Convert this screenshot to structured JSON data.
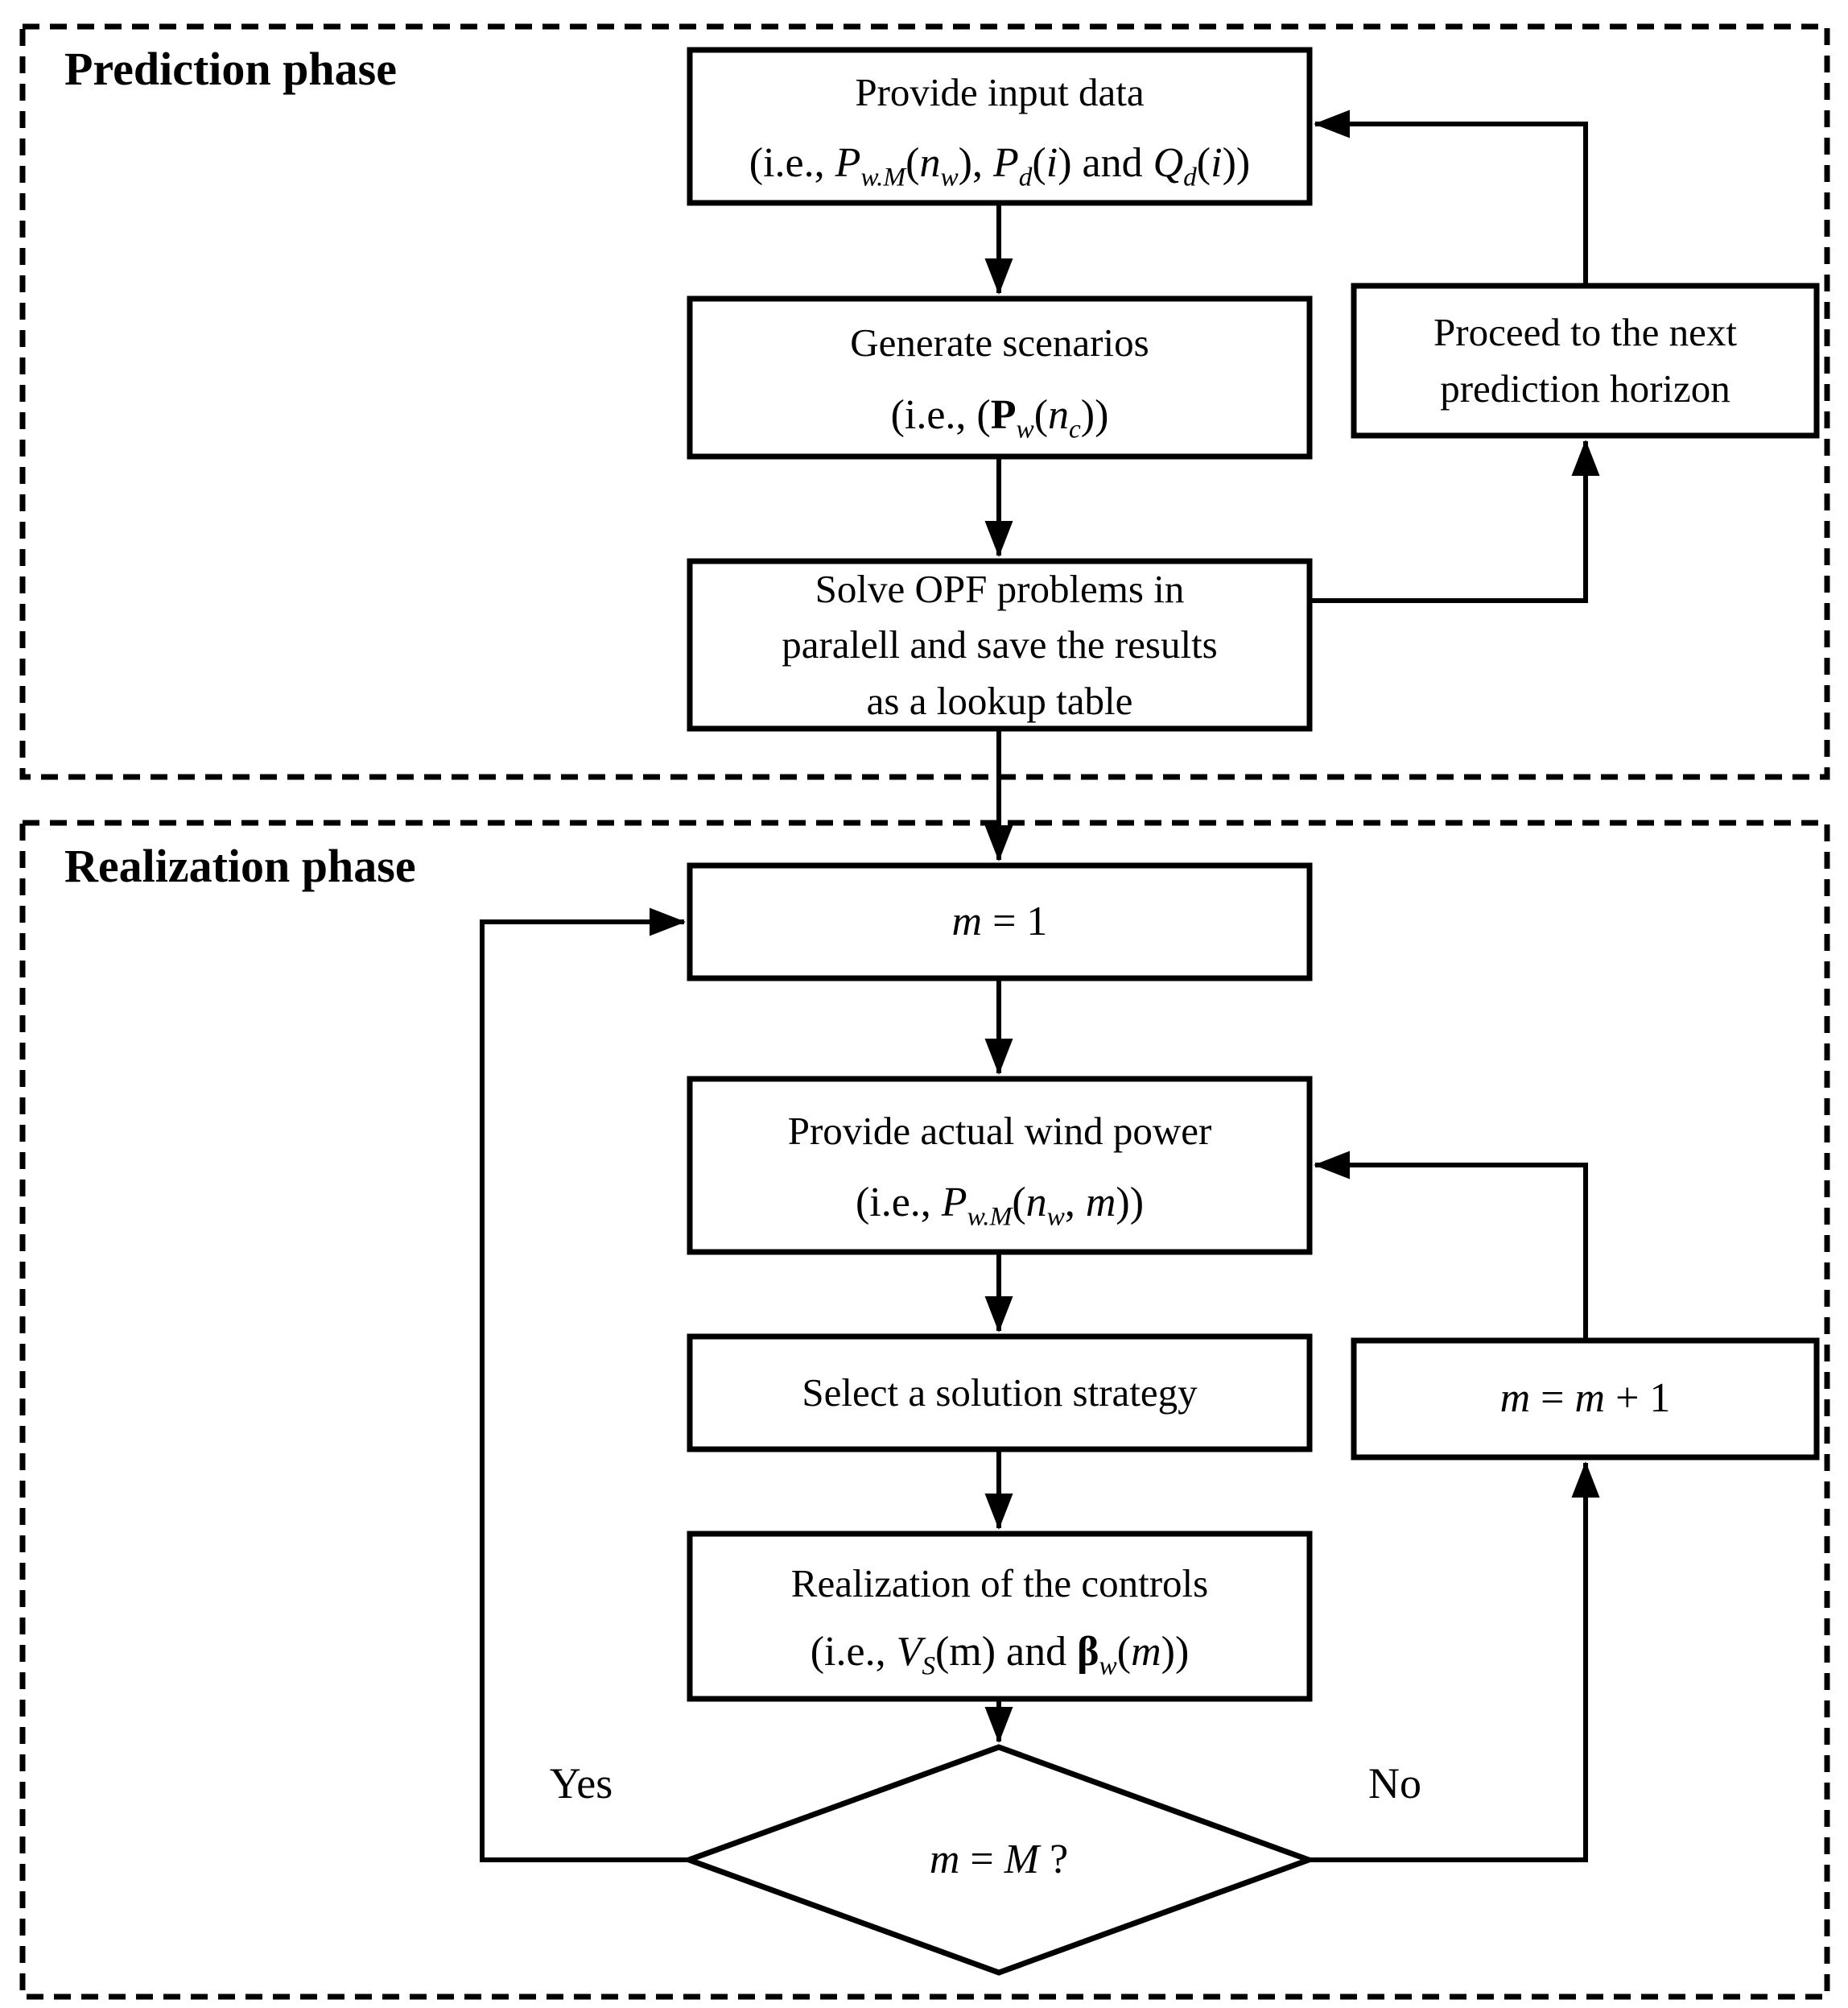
{
  "diagram": {
    "colors": {
      "line": "#000000",
      "background": "#ffffff"
    },
    "phases": {
      "prediction": {
        "label": "Prediction phase"
      },
      "realization": {
        "label": "Realization phase"
      }
    },
    "nodes": {
      "provide_input": {
        "title": "Provide input data",
        "formula": [
          {
            "t": "(i.e., "
          },
          {
            "t": "P",
            "i": true
          },
          {
            "t": "w.M",
            "i": true,
            "sub": true
          },
          {
            "t": "("
          },
          {
            "t": "n",
            "i": true
          },
          {
            "t": "w",
            "i": true,
            "sub": true
          },
          {
            "t": "), "
          },
          {
            "t": "P",
            "i": true
          },
          {
            "t": "d",
            "i": true,
            "sub": true
          },
          {
            "t": "("
          },
          {
            "t": "i",
            "i": true
          },
          {
            "t": ") and "
          },
          {
            "t": "Q",
            "i": true
          },
          {
            "t": "d",
            "i": true,
            "sub": true
          },
          {
            "t": "("
          },
          {
            "t": "i",
            "i": true
          },
          {
            "t": "))"
          }
        ]
      },
      "generate_scenarios": {
        "title": "Generate scenarios",
        "formula": [
          {
            "t": "(i.e., ("
          },
          {
            "t": "P",
            "b": true
          },
          {
            "t": "w",
            "i": true,
            "sub": true
          },
          {
            "t": "("
          },
          {
            "t": "n",
            "i": true
          },
          {
            "t": "c",
            "i": true,
            "sub": true
          },
          {
            "t": "))"
          }
        ]
      },
      "proceed_next": {
        "lines": [
          "Proceed to the next",
          "prediction horizon"
        ]
      },
      "solve_opf": {
        "lines": [
          "Solve OPF problems in",
          "paralell and save the results",
          "as a lookup table"
        ]
      },
      "m_init": {
        "formula": [
          {
            "t": "m",
            "i": true
          },
          {
            "t": " = 1"
          }
        ]
      },
      "provide_wind": {
        "title": "Provide actual wind power",
        "formula": [
          {
            "t": "(i.e., "
          },
          {
            "t": "P",
            "i": true
          },
          {
            "t": "w.M",
            "i": true,
            "sub": true
          },
          {
            "t": "("
          },
          {
            "t": "n",
            "i": true
          },
          {
            "t": "w",
            "i": true,
            "sub": true
          },
          {
            "t": ", "
          },
          {
            "t": "m",
            "i": true
          },
          {
            "t": "))"
          }
        ]
      },
      "select_strategy": {
        "title": "Select a solution strategy"
      },
      "m_increment": {
        "formula": [
          {
            "t": "m",
            "i": true
          },
          {
            "t": " = "
          },
          {
            "t": "m",
            "i": true
          },
          {
            "t": " + 1"
          }
        ]
      },
      "realize_controls": {
        "title": "Realization of the controls",
        "formula": [
          {
            "t": "(i.e., "
          },
          {
            "t": "V",
            "i": true
          },
          {
            "t": "S",
            "i": true,
            "sub": true
          },
          {
            "t": "(m) and "
          },
          {
            "t": "β",
            "b": true
          },
          {
            "t": "w",
            "i": true,
            "sub": true
          },
          {
            "t": "("
          },
          {
            "t": "m",
            "i": true
          },
          {
            "t": "))"
          }
        ]
      },
      "decision": {
        "formula": [
          {
            "t": "m",
            "i": true
          },
          {
            "t": " = "
          },
          {
            "t": "M",
            "i": true
          },
          {
            "t": " ?"
          }
        ]
      }
    },
    "edge_labels": {
      "yes": "Yes",
      "no": "No"
    }
  }
}
